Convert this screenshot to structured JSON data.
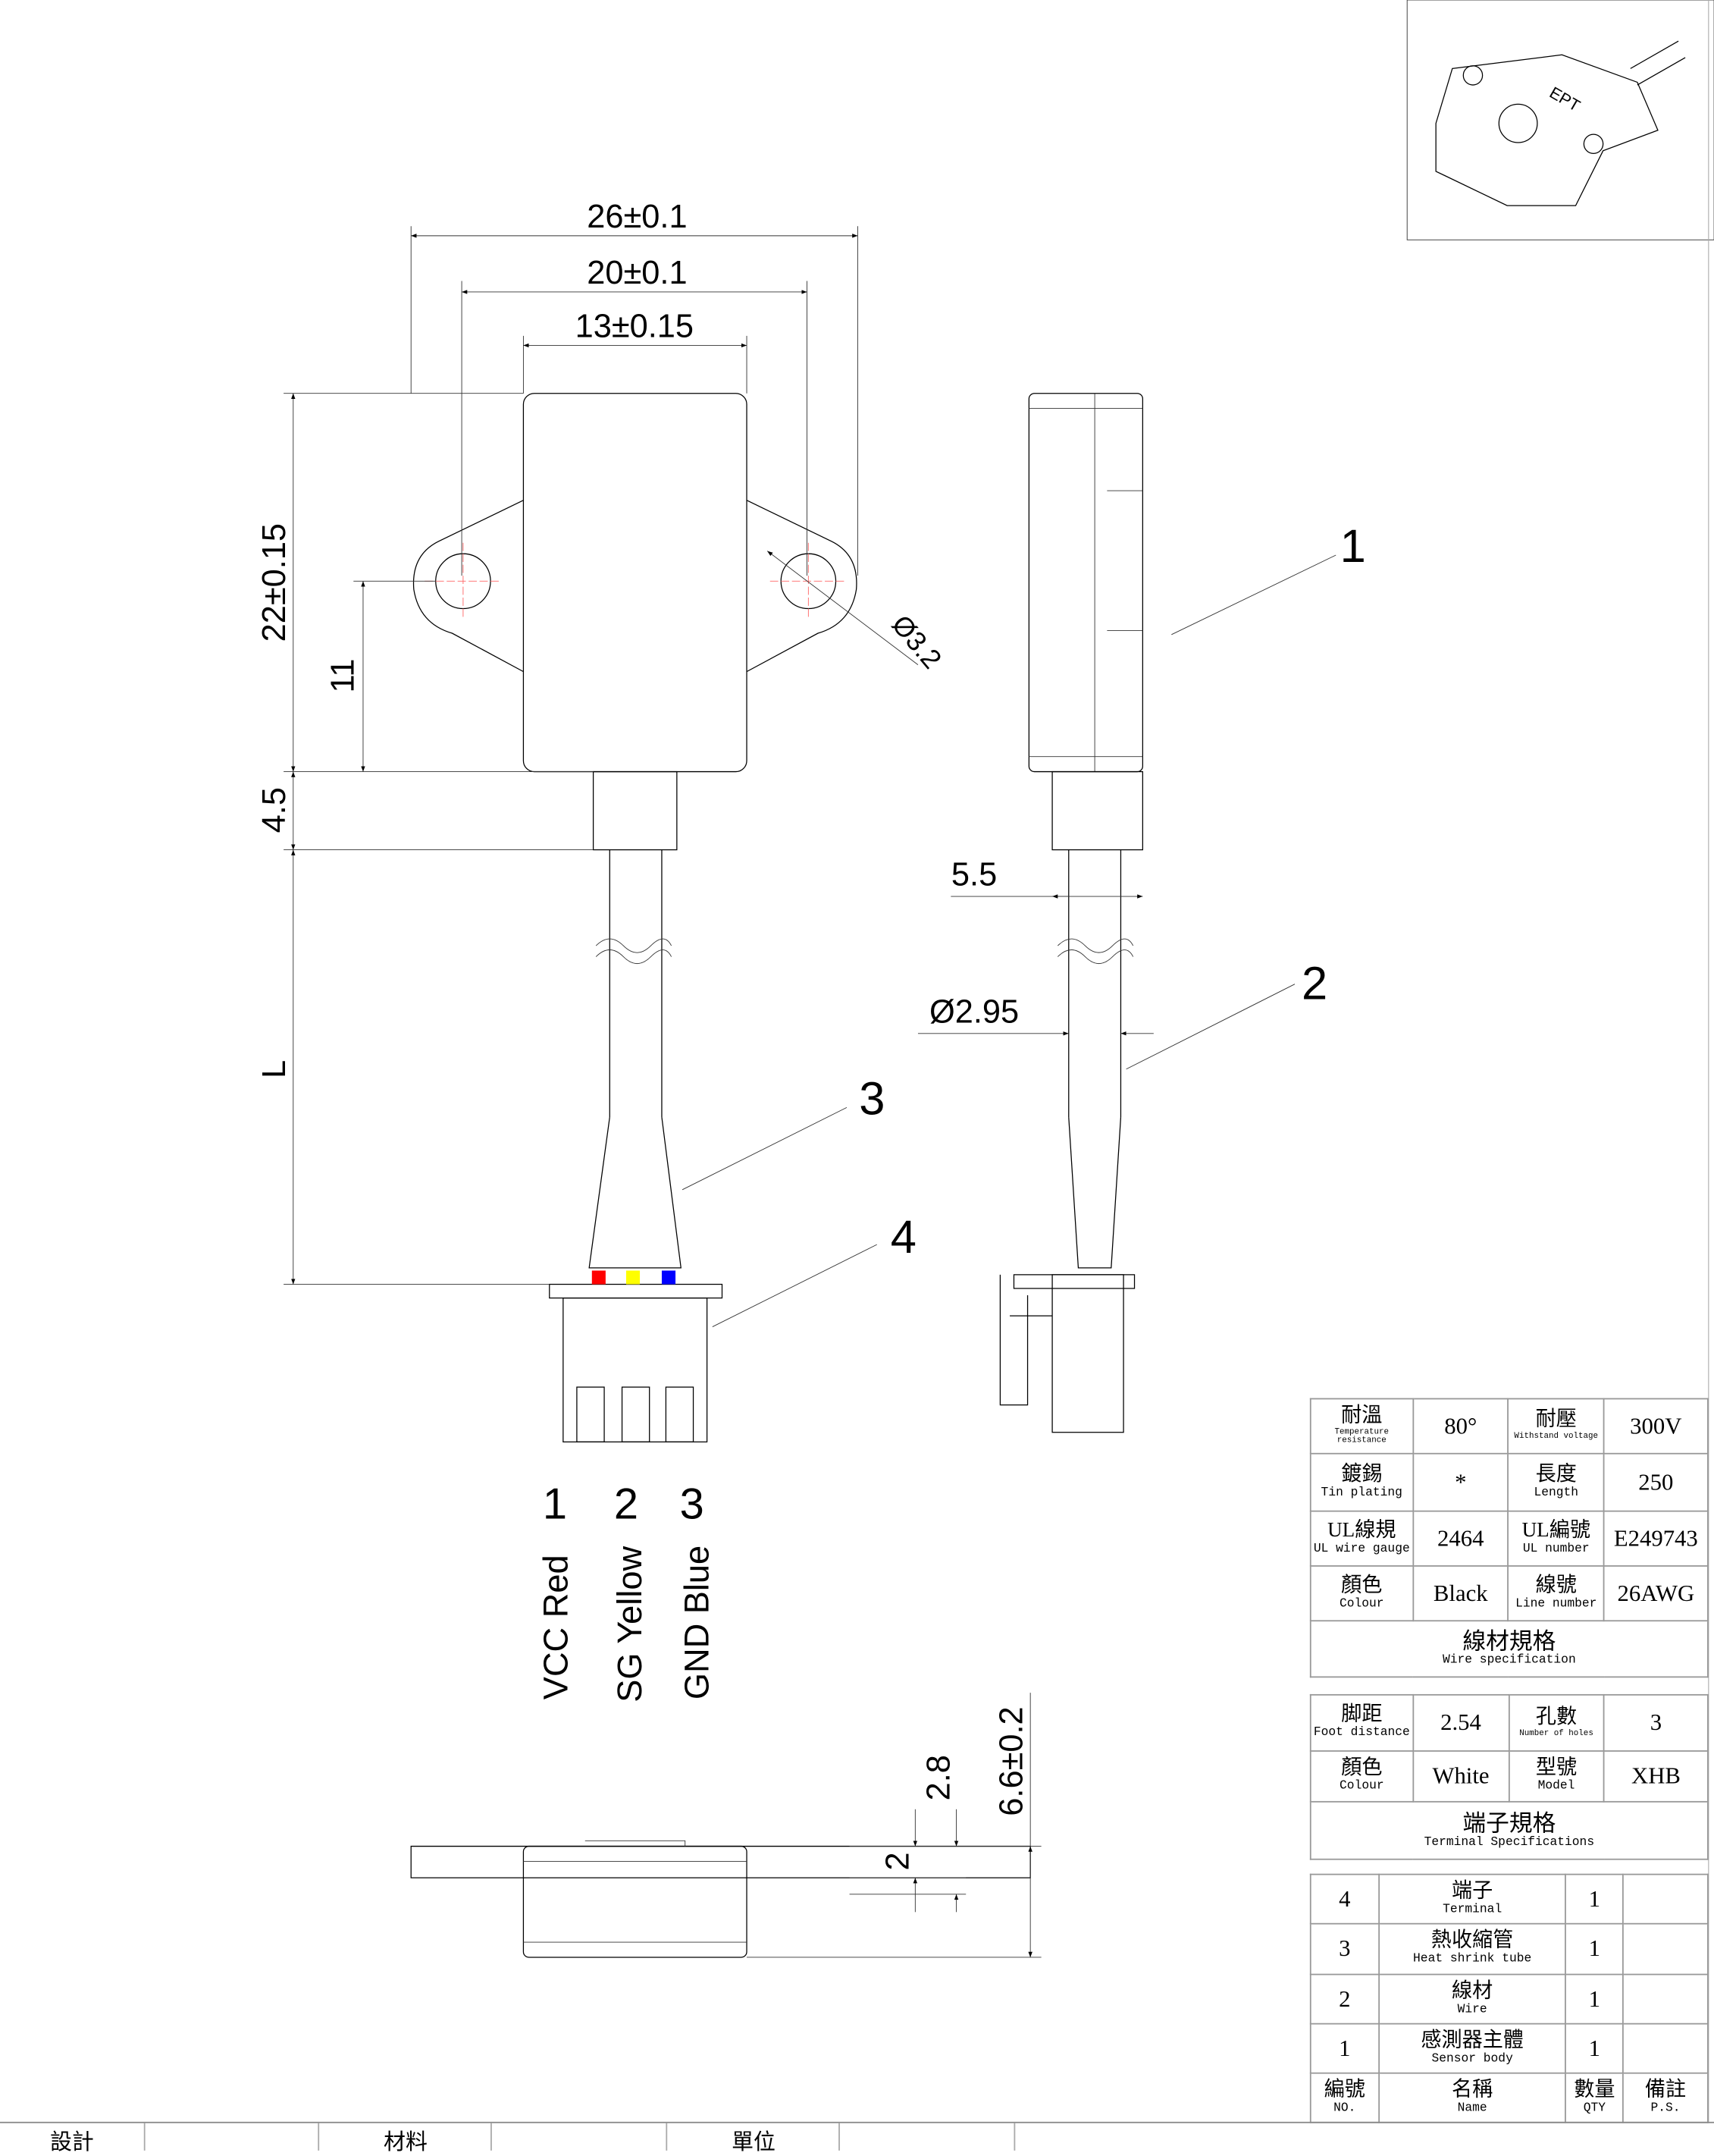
{
  "dimensions": {
    "overall_width": "26±0.1",
    "hole_pitch": "20±0.1",
    "body_width": "13±0.15",
    "body_height": "22±0.15",
    "hole_height": "11",
    "neck_height": "4.5",
    "cable_length": "L",
    "hole_dia": "Ø3.2",
    "neck_thickness": "5.5",
    "wire_dia": "Ø2.95",
    "bottom_step": "2",
    "bottom_step2": "2.8",
    "thickness": "6.6±0.2"
  },
  "callouts": [
    "1",
    "2",
    "3",
    "4"
  ],
  "pins": [
    {
      "num": "1",
      "label": "VCC Red",
      "color": "#ff0000"
    },
    {
      "num": "2",
      "label": "SG Yellow",
      "color": "#ffff00"
    },
    {
      "num": "3",
      "label": "GND Blue",
      "color": "#0000ff"
    }
  ],
  "wire_spec": {
    "rows": [
      [
        {
          "zh": "耐溫",
          "en": "Temperature resistance"
        },
        {
          "val": "80°"
        },
        {
          "zh": "耐壓",
          "en": "Withstand voltage"
        },
        {
          "val": "300V"
        }
      ],
      [
        {
          "zh": "鍍錫",
          "en": "Tin plating"
        },
        {
          "val": "*"
        },
        {
          "zh": "長度",
          "en": "Length"
        },
        {
          "val": "250"
        }
      ],
      [
        {
          "zh": "UL線規",
          "en": "UL wire gauge"
        },
        {
          "val": "2464"
        },
        {
          "zh": "UL編號",
          "en": "UL number"
        },
        {
          "val": "E249743"
        }
      ],
      [
        {
          "zh": "顏色",
          "en": "Colour"
        },
        {
          "val": "Black"
        },
        {
          "zh": "線號",
          "en": "Line number"
        },
        {
          "val": "26AWG"
        }
      ]
    ],
    "title_zh": "線材規格",
    "title_en": "Wire specification"
  },
  "terminal_spec": {
    "rows": [
      [
        {
          "zh": "脚距",
          "en": "Foot distance"
        },
        {
          "val": "2.54"
        },
        {
          "zh": "孔數",
          "en": "Number of holes"
        },
        {
          "val": "3"
        }
      ],
      [
        {
          "zh": "顏色",
          "en": "Colour"
        },
        {
          "val": "White"
        },
        {
          "zh": "型號",
          "en": "Model"
        },
        {
          "val": "XHB"
        }
      ]
    ],
    "title_zh": "端子規格",
    "title_en": "Terminal Specifications"
  },
  "bom": {
    "items": [
      {
        "no": "4",
        "zh": "端子",
        "en": "Terminal",
        "qty": "1",
        "ps": ""
      },
      {
        "no": "3",
        "zh": "熱收縮管",
        "en": "Heat shrink tube",
        "qty": "1",
        "ps": ""
      },
      {
        "no": "2",
        "zh": "線材",
        "en": "Wire",
        "qty": "1",
        "ps": ""
      },
      {
        "no": "1",
        "zh": "感測器主體",
        "en": "Sensor body",
        "qty": "1",
        "ps": ""
      }
    ],
    "header": {
      "no_zh": "編號",
      "no_en": "NO.",
      "name_zh": "名稱",
      "name_en": "Name",
      "qty_zh": "數量",
      "qty_en": "QTY",
      "ps_zh": "備註",
      "ps_en": "P.S."
    }
  },
  "title_block": {
    "design": "設計",
    "material": "材料",
    "unit": "單位"
  },
  "thumbnail": {
    "logo_text": "EPT"
  }
}
